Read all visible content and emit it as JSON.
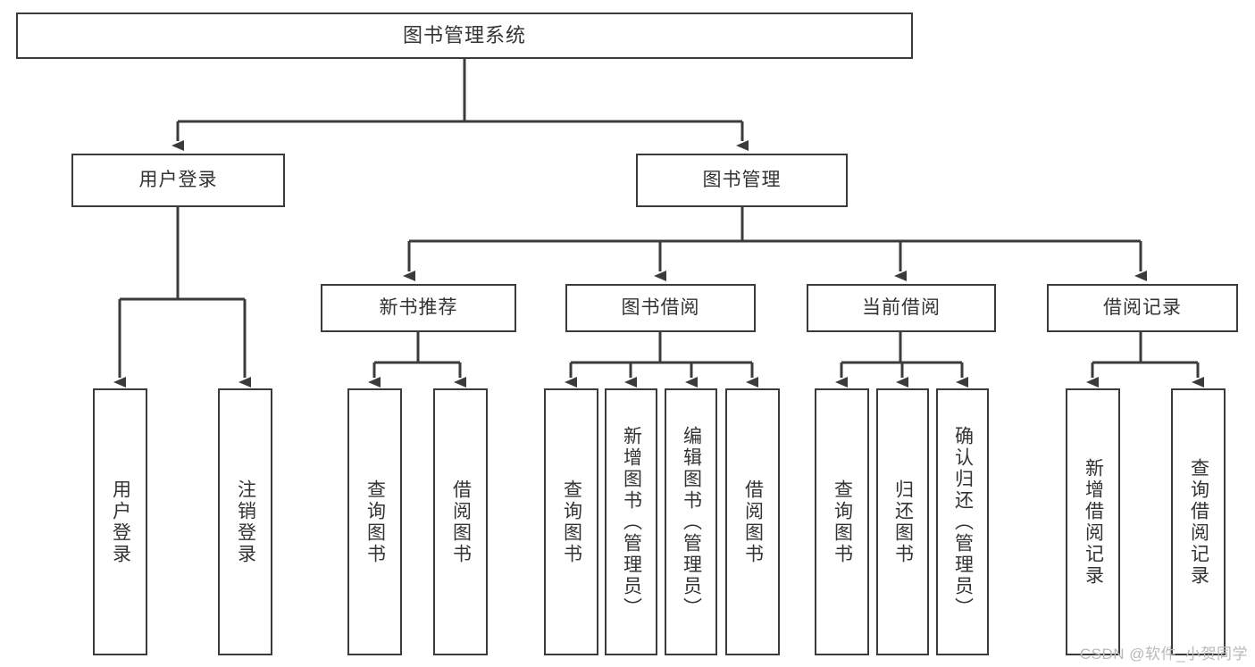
{
  "diagram": {
    "type": "tree-hierarchy-chart",
    "title": "图书管理系统",
    "line_color": "#3b3b3b",
    "text_color": "#333333",
    "background": "#ffffff",
    "root": {
      "id": "root",
      "label": "图书管理系统",
      "orientation": "horizontal"
    },
    "level2": [
      {
        "id": "user-login",
        "label": "用户登录",
        "orientation": "horizontal"
      },
      {
        "id": "book-manage",
        "label": "图书管理",
        "orientation": "horizontal"
      }
    ],
    "level3": [
      {
        "id": "new-book-recommend",
        "label": "新书推荐",
        "orientation": "horizontal",
        "parent": "book-manage"
      },
      {
        "id": "book-borrow",
        "label": "图书借阅",
        "orientation": "horizontal",
        "parent": "book-manage"
      },
      {
        "id": "current-borrow",
        "label": "当前借阅",
        "orientation": "horizontal",
        "parent": "book-manage"
      },
      {
        "id": "borrow-record",
        "label": "借阅记录",
        "orientation": "horizontal",
        "parent": "book-manage"
      }
    ],
    "leaves": [
      {
        "id": "leaf-user-login",
        "label": "用户登录",
        "parent": "user-login"
      },
      {
        "id": "leaf-logout",
        "label": "注销登录",
        "parent": "user-login"
      },
      {
        "id": "leaf-query-book-1",
        "label": "查询图书",
        "parent": "new-book-recommend"
      },
      {
        "id": "leaf-borrow-book-1",
        "label": "借阅图书",
        "parent": "new-book-recommend"
      },
      {
        "id": "leaf-query-book-2",
        "label": "查询图书",
        "parent": "book-borrow"
      },
      {
        "id": "leaf-add-book",
        "label": "新增图书（管理员）",
        "parent": "book-borrow"
      },
      {
        "id": "leaf-edit-book",
        "label": "编辑图书（管理员）",
        "parent": "book-borrow"
      },
      {
        "id": "leaf-borrow-book-2",
        "label": "借阅图书",
        "parent": "book-borrow"
      },
      {
        "id": "leaf-query-book-3",
        "label": "查询图书",
        "parent": "current-borrow"
      },
      {
        "id": "leaf-return-book",
        "label": "归还图书",
        "parent": "current-borrow"
      },
      {
        "id": "leaf-confirm-return",
        "label": "确认归还（管理员）",
        "parent": "current-borrow"
      },
      {
        "id": "leaf-add-record",
        "label": "新增借阅记录",
        "parent": "borrow-record"
      },
      {
        "id": "leaf-query-record",
        "label": "查询借阅记录",
        "parent": "borrow-record"
      }
    ],
    "watermark": "CSDN @软件_小贺同学"
  }
}
